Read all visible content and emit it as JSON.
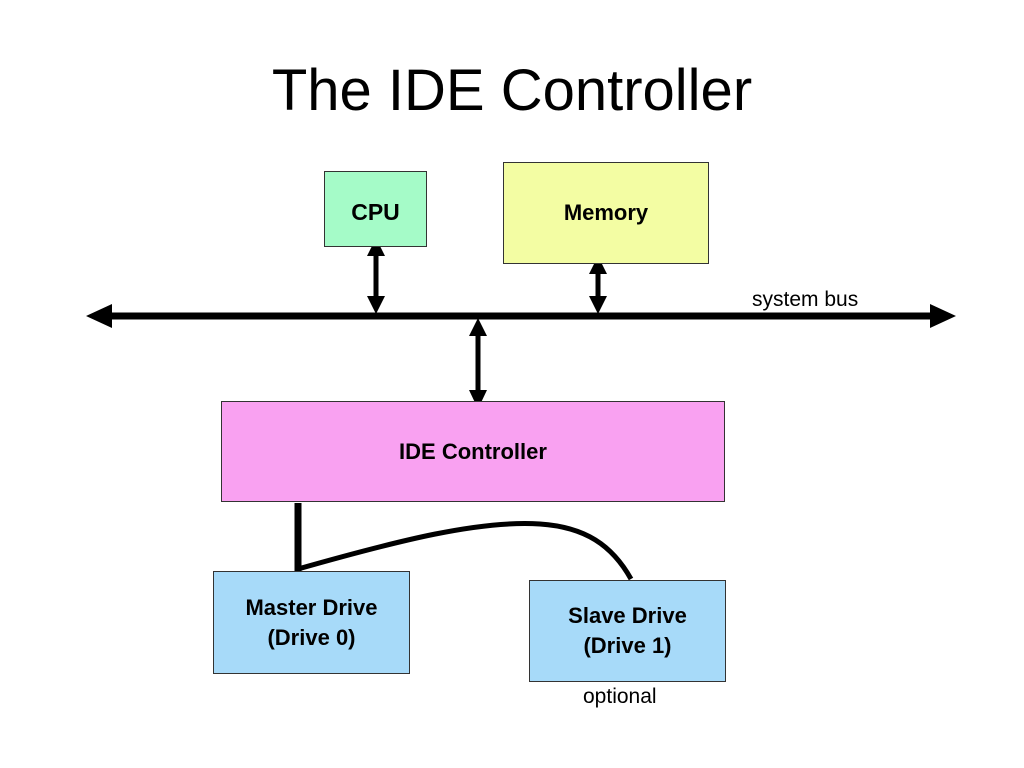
{
  "title": "The IDE Controller",
  "nodes": {
    "cpu": {
      "label": "CPU",
      "color": "#a5fbc8"
    },
    "memory": {
      "label": "Memory",
      "color": "#f3fda3"
    },
    "ide_controller": {
      "label": "IDE Controller",
      "color": "#f9a1f1"
    },
    "master_drive": {
      "line1": "Master Drive",
      "line2": "(Drive 0)",
      "color": "#a7daf9"
    },
    "slave_drive": {
      "line1": "Slave Drive",
      "line2": "(Drive 1)",
      "color": "#a7daf9"
    }
  },
  "labels": {
    "bus": "system bus",
    "optional": "optional"
  }
}
